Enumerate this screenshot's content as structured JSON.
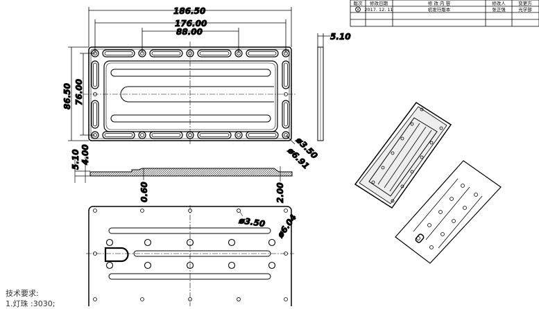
{
  "drawing": {
    "front_view": {
      "dims": {
        "overall_width": "186.50",
        "hole_span": "176.00",
        "center_span": "88.00",
        "overall_height": "86.50",
        "hole_height": "76.00",
        "hole_small": "ø3.50",
        "hole_large": "ø6.91"
      }
    },
    "side_view": {
      "thickness": "5.10"
    },
    "section_view": {
      "total": "5.10",
      "body": "4.00",
      "groove": "0.60",
      "edge": "2.00"
    },
    "back_view": {
      "hole_small": "ø3.50",
      "hole_large": "ø6.04"
    },
    "revision_table": {
      "headers": [
        "版次",
        "修改日期",
        "修 改 内 容",
        "修改人",
        "变更方"
      ],
      "rows": [
        [
          "00",
          "2017. 12. 11",
          "初发行版本",
          "张正强",
          "光学部"
        ],
        [
          "",
          "",
          "",
          "",
          ""
        ],
        [
          "",
          "",
          "",
          "",
          ""
        ]
      ]
    },
    "notes": {
      "title": "技术要求:",
      "items": [
        "1.灯珠 :3030;"
      ]
    }
  }
}
